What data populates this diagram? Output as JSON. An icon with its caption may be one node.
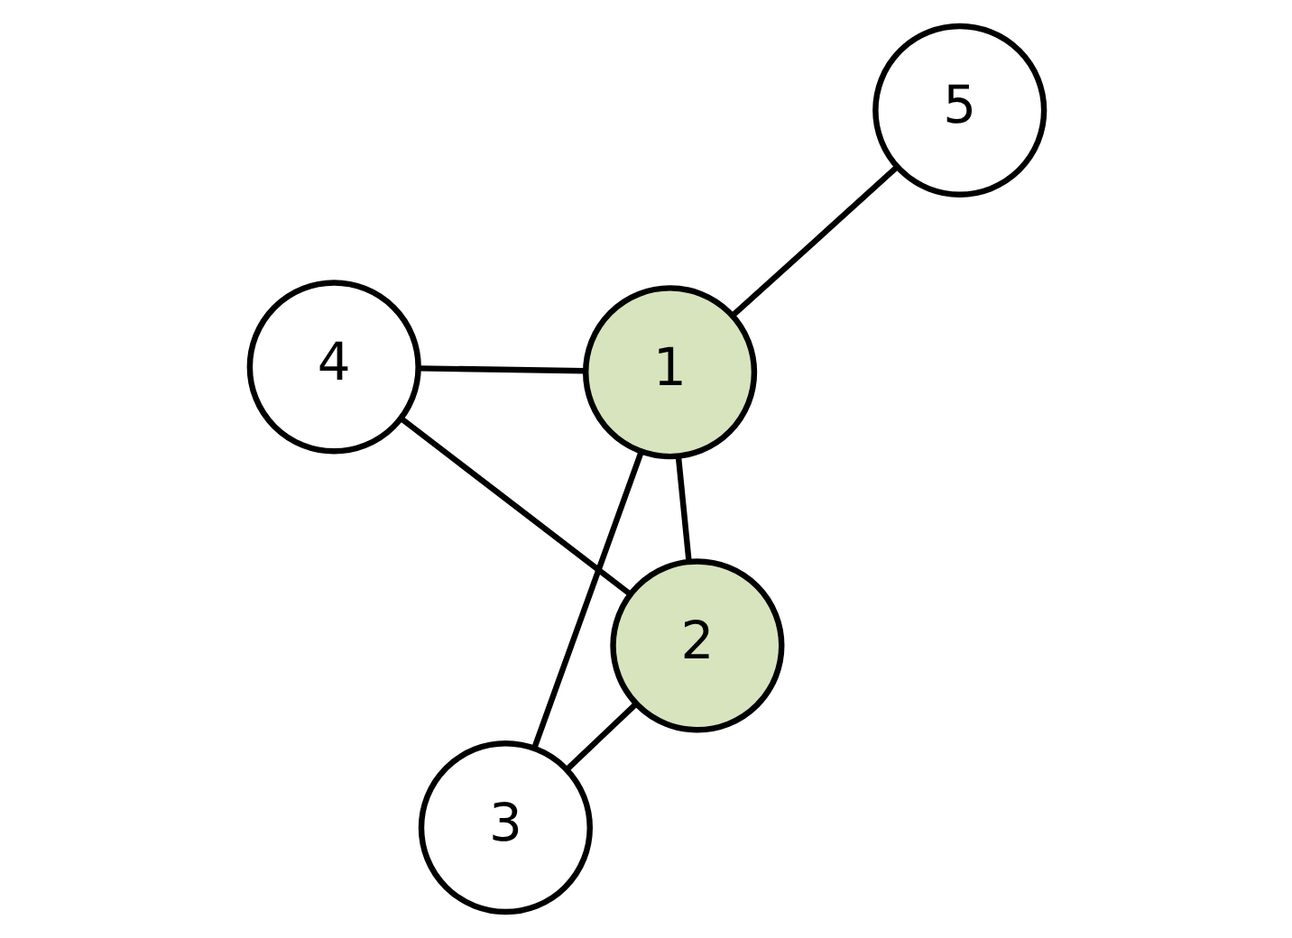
{
  "diagram": {
    "nodes": [
      {
        "text": [
          "1"
        ]
      },
      {
        "text": [
          "2"
        ]
      },
      {
        "text": [
          "3"
        ]
      },
      {
        "text": [
          "4"
        ]
      },
      {
        "text": [
          "5"
        ]
      }
    ],
    "edges": [
      {
        "from": 0,
        "to": 1,
        "arrow": "none"
      },
      {
        "from": 0,
        "to": 2,
        "arrow": "none"
      },
      {
        "from": 0,
        "to": 3,
        "arrow": "none"
      },
      {
        "from": 0,
        "to": 4,
        "arrow": "none"
      },
      {
        "from": 1,
        "to": 3,
        "arrow": "none"
      },
      {
        "from": 1,
        "to": 2,
        "arrow": "none"
      }
    ]
  }
}
